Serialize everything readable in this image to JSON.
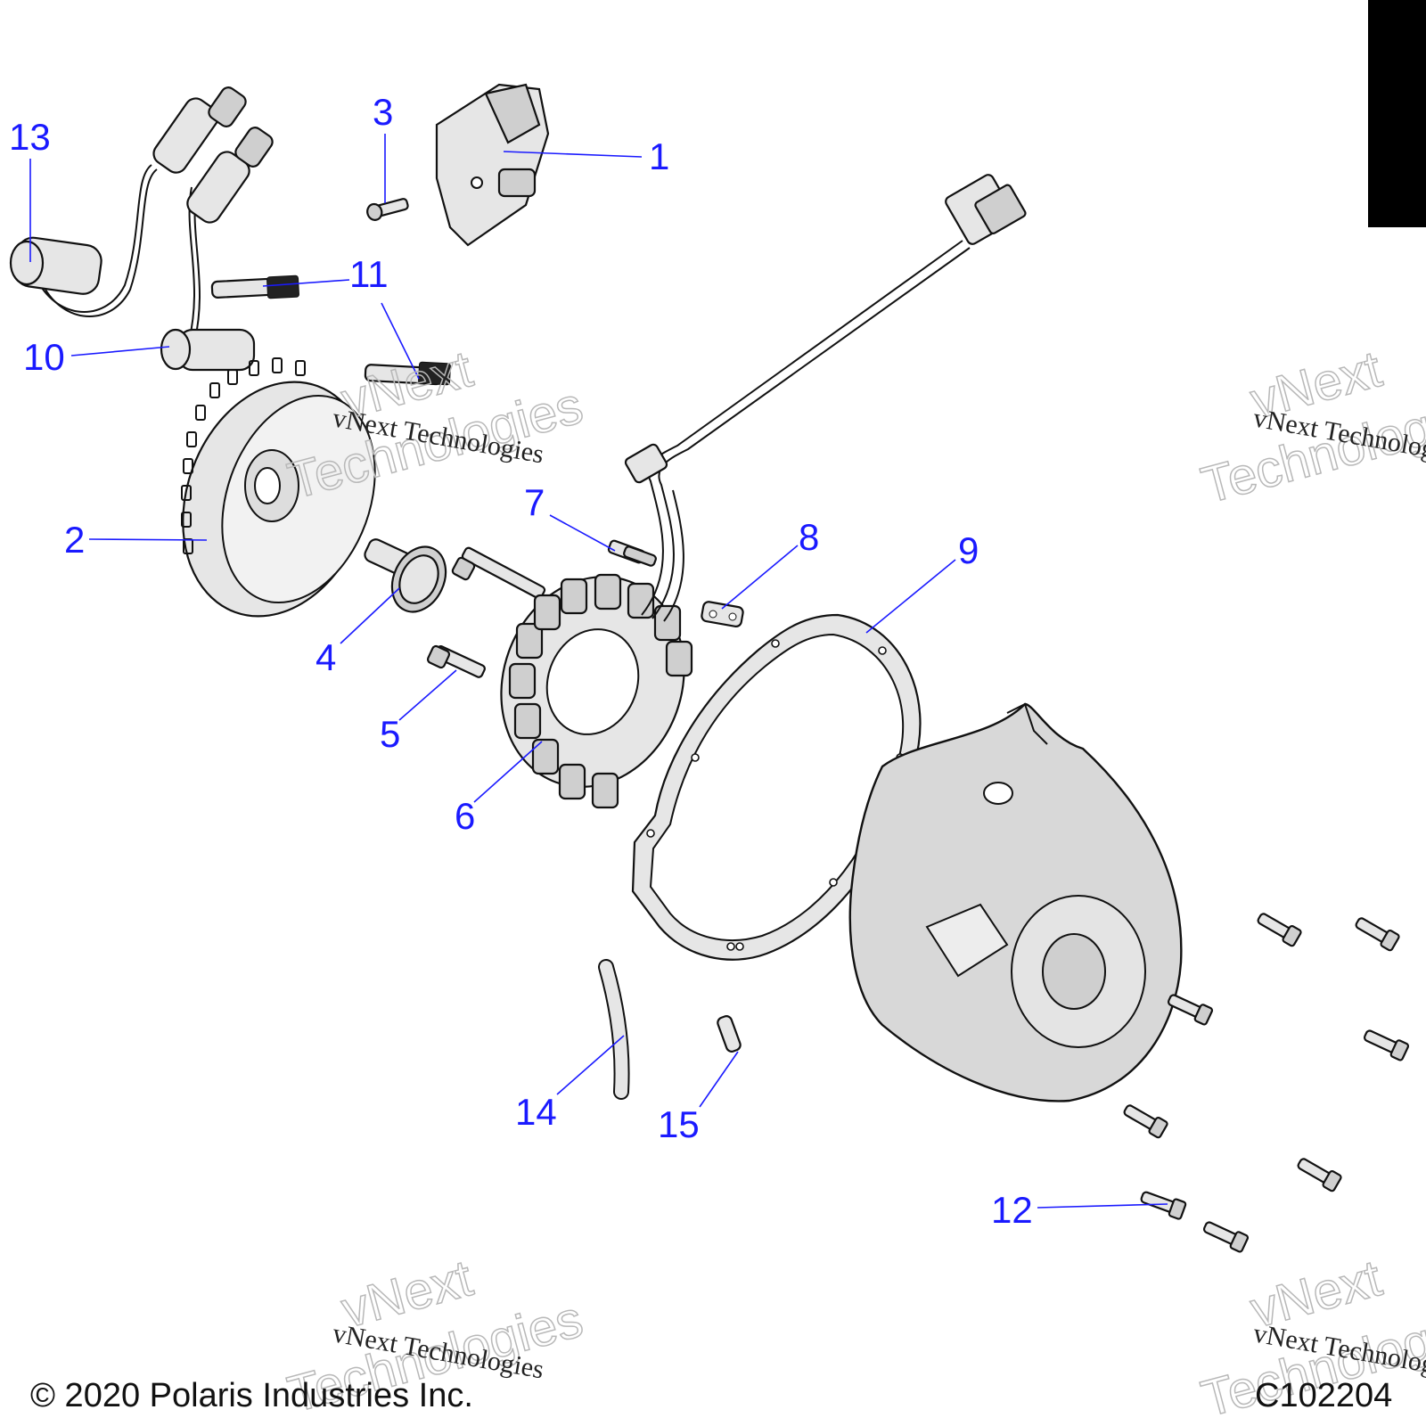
{
  "callouts": {
    "c1": "1",
    "c2": "2",
    "c3": "3",
    "c4": "4",
    "c5": "5",
    "c6": "6",
    "c7": "7",
    "c8": "8",
    "c9": "9",
    "c10": "10",
    "c11": "11",
    "c12": "12",
    "c13": "13",
    "c14": "14",
    "c15": "15"
  },
  "watermark": {
    "text": "vNext Technologies",
    "brand_short": "vNext",
    "brand_word": "Technologies"
  },
  "footer": {
    "copyright": "© 2020 Polaris Industries Inc.",
    "diagram_code": "C102204"
  },
  "colors": {
    "callout": "#1a1aff",
    "line_art": "#111111",
    "part_fill": "#e6e6e6"
  }
}
